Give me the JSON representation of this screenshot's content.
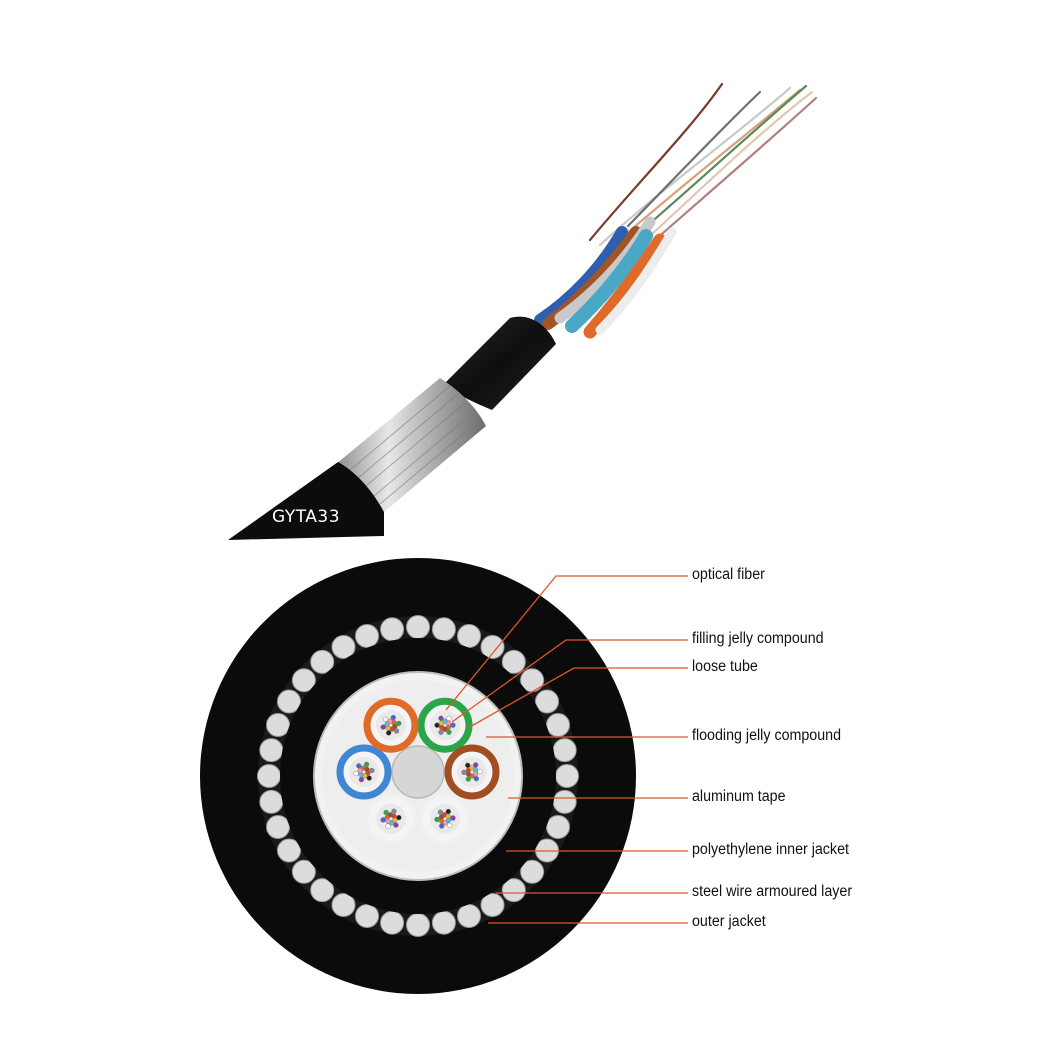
{
  "product_label": "GYTA33",
  "colors": {
    "leader_line": "#e2542b",
    "jacket": "#111111",
    "steel_wire": "#dcdcdc",
    "tube_orange": "#e06a28",
    "tube_green": "#2aa548",
    "tube_blue": "#3f86d3",
    "tube_brown": "#a04e22",
    "tube_natural": "#f0f0f0"
  },
  "callouts": [
    {
      "key": "optical_fiber",
      "label": "optical fiber"
    },
    {
      "key": "filling_jelly",
      "label": "filling jelly compound"
    },
    {
      "key": "loose_tube",
      "label": "loose tube"
    },
    {
      "key": "flooding_jelly",
      "label": "flooding jelly compound"
    },
    {
      "key": "aluminum_tape",
      "label": "aluminum tape"
    },
    {
      "key": "pe_inner_jacket",
      "label": "polyethylene inner jacket"
    },
    {
      "key": "steel_wire_layer",
      "label": "steel wire armoured layer"
    },
    {
      "key": "outer_jacket",
      "label": "outer jacket"
    }
  ]
}
